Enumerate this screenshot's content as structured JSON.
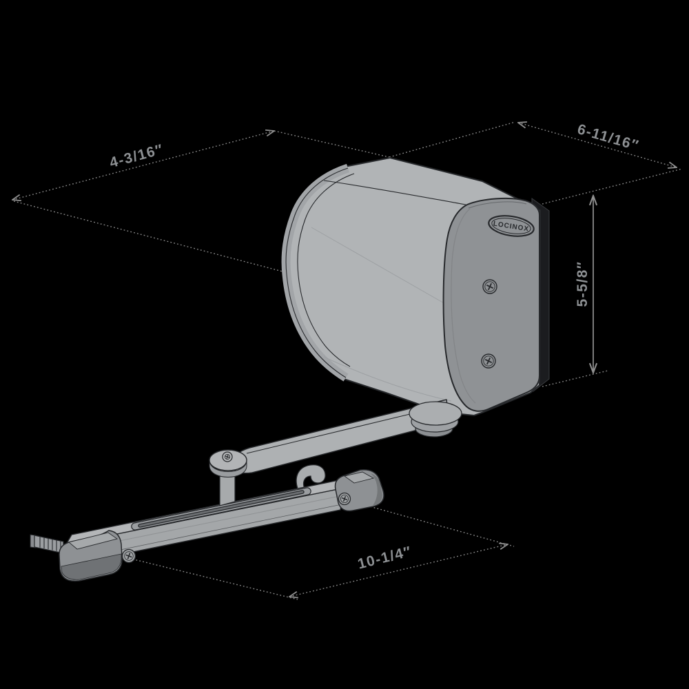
{
  "drawing": {
    "brand_logo": "LOCINOX",
    "dimensions": {
      "depth": "4-3/16″",
      "width": "6-11/16″",
      "height": "5-5/8″",
      "rail_length": "10-1/4″"
    },
    "colors": {
      "background": "#000000",
      "dimension_lines": "#8f8f8f",
      "dimension_text": "#8d9093",
      "body_gray": "#b1b4b6",
      "face_gray": "#8f9295",
      "dark_plate": "#1b1c1f",
      "outline": "#26282b"
    }
  }
}
